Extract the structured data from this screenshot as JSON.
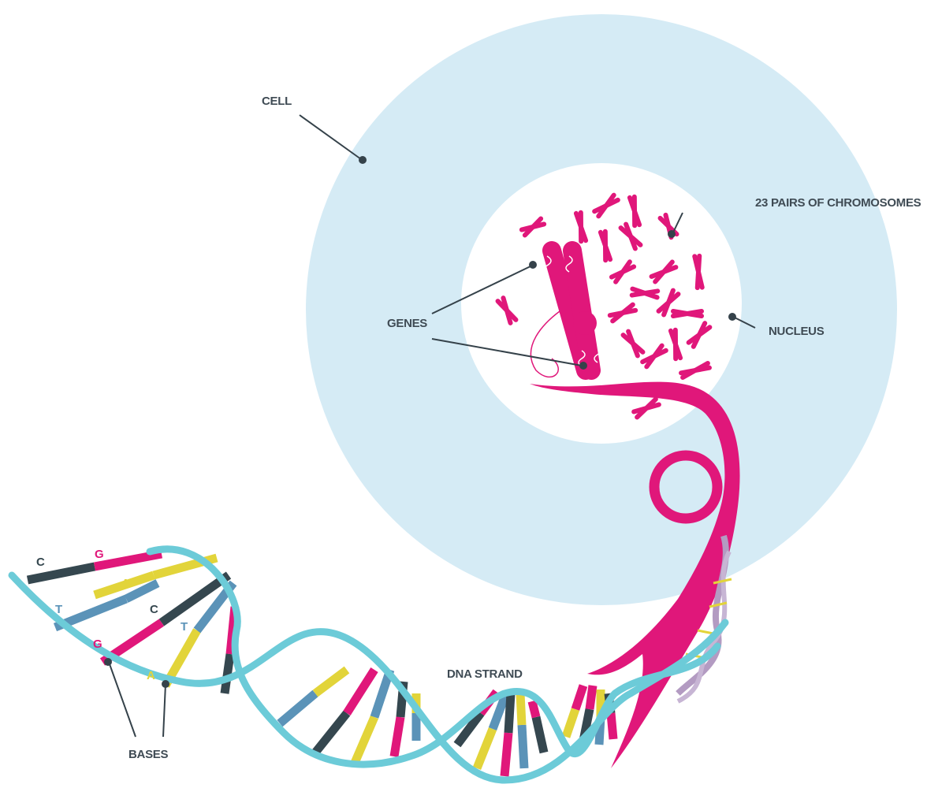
{
  "labels": {
    "cell": "CELL",
    "chromosomes": "23 PAIRS OF CHROMOSOMES",
    "genes": "GENES",
    "nucleus": "NUCLEUS",
    "dna_strand": "DNA STRAND",
    "bases": "BASES"
  },
  "bases": {
    "c1": "C",
    "g1": "G",
    "a1": "A",
    "t1": "T",
    "c2": "C",
    "t2": "T",
    "g2": "G",
    "a2": "A"
  },
  "colors": {
    "cell": "#d5ebf5",
    "nucleus": "#ffffff",
    "chromosome": "#e0177a",
    "dna_backbone": "#6ccbd8",
    "base_dark": "#35474f",
    "base_blue": "#5b93b8",
    "base_yellow": "#e2d43a",
    "base_pink": "#e0177a",
    "text": "#3f4b54"
  }
}
